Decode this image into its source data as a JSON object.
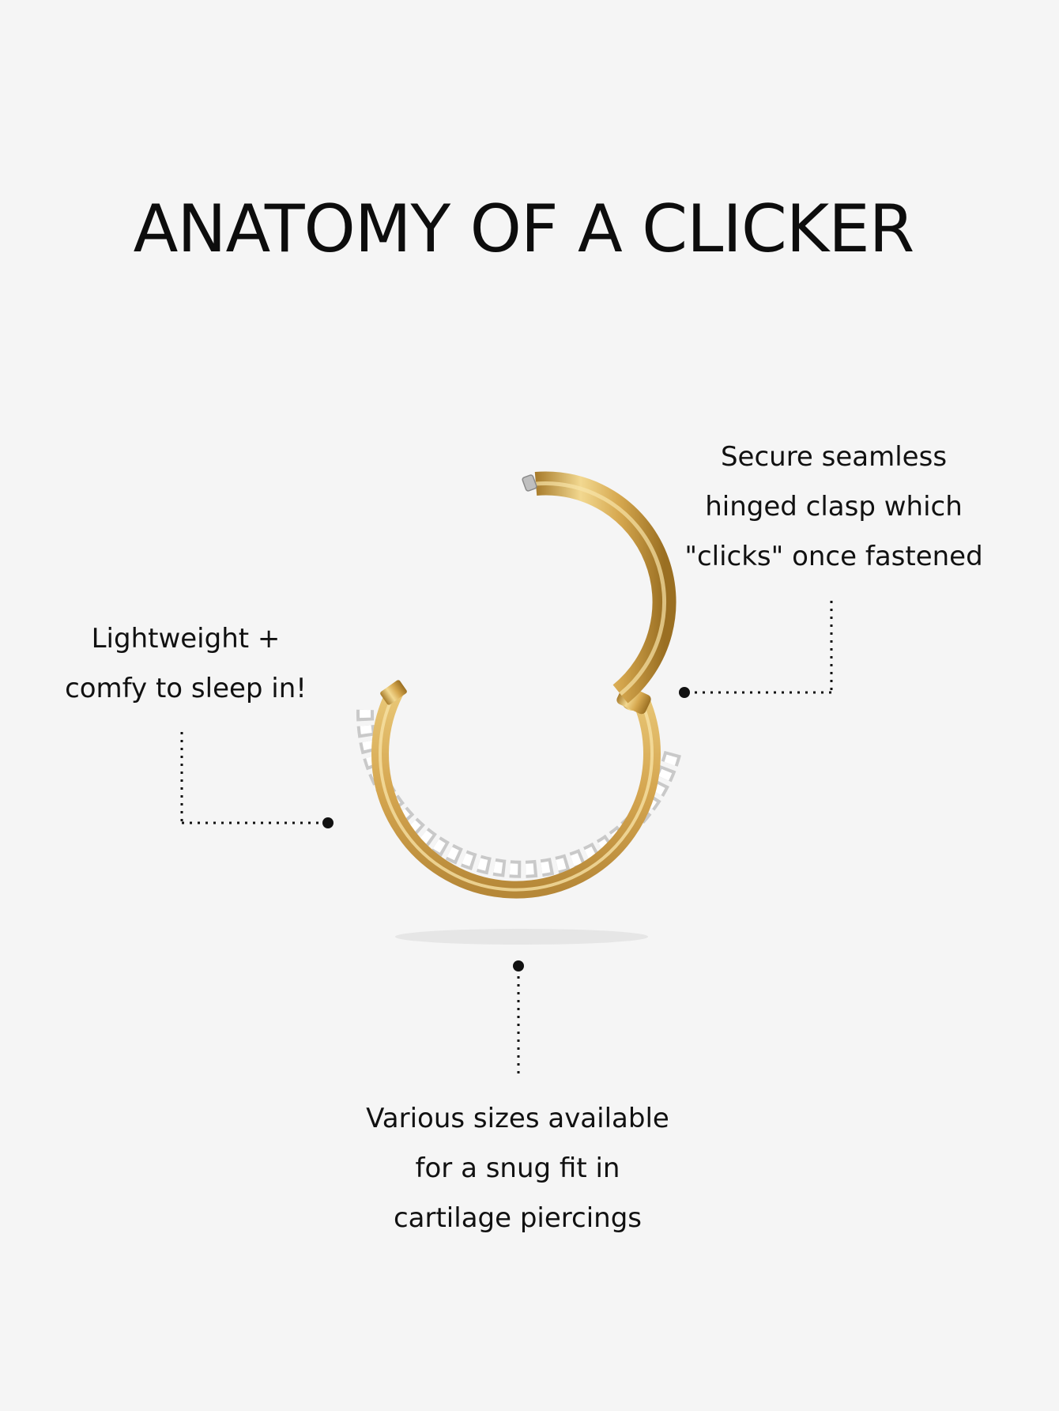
{
  "title": "ANATOMY OF A CLICKER",
  "colors": {
    "background": "#f5f5f5",
    "text": "#111111",
    "gold": "#d9ad55",
    "gold_light": "#f0d58e",
    "gold_dark": "#a57a2a",
    "connector": "#111111"
  },
  "callouts": {
    "clasp": {
      "lines": [
        "Secure seamless",
        "hinged clasp which",
        "\"clicks\" once fastened"
      ]
    },
    "lightweight": {
      "lines": [
        "Lightweight +",
        "comfy to sleep in!"
      ]
    },
    "sizes": {
      "lines": [
        "Various sizes available",
        "for a snug fit in",
        "cartilage piercings"
      ]
    }
  },
  "product": {
    "name": "gold-clicker-ring",
    "has_gem_row": true
  }
}
